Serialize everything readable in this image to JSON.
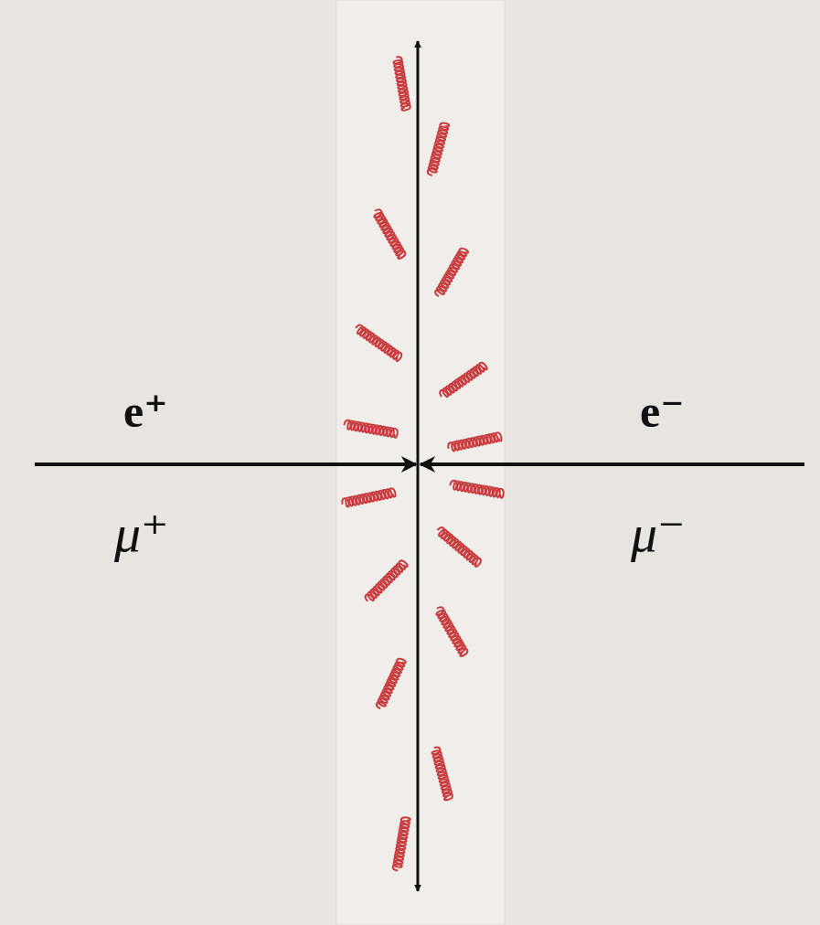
{
  "diagram": {
    "labels": [
      "e⁺",
      "μ⁺",
      "e⁻",
      "μ⁻"
    ]
  }
}
